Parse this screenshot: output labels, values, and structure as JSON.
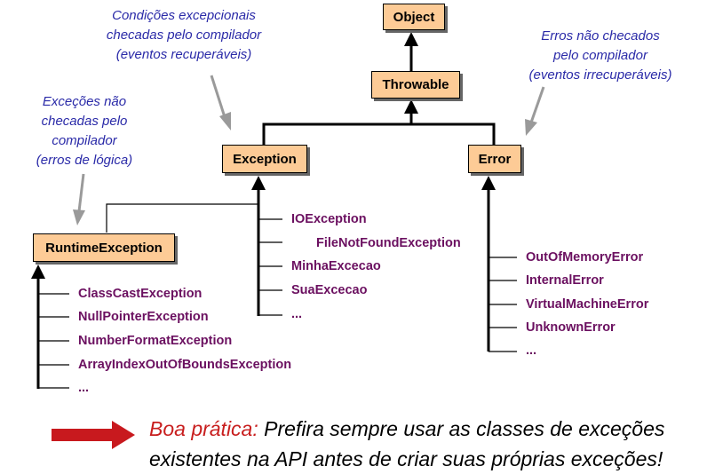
{
  "nodes": {
    "object": "Object",
    "throwable": "Throwable",
    "exception": "Exception",
    "error": "Error",
    "runtime": "RuntimeException"
  },
  "notes": {
    "checked": [
      "Condições excepcionais",
      "checadas pelo compilador",
      "(eventos recuperáveis)"
    ],
    "errors": [
      "Erros não checados",
      "pelo compilador",
      "(eventos irrecuperáveis)"
    ],
    "unchecked": [
      "Exceções não",
      "checadas pelo",
      "compilador",
      "(erros de lógica)"
    ]
  },
  "exception_subclasses": [
    "IOException",
    "FileNotFoundException",
    "MinhaExcecao",
    "SuaExcecao",
    "..."
  ],
  "runtime_subclasses": [
    "ClassCastException",
    "NullPointerException",
    "NumberFormatException",
    "ArrayIndexOutOfBoundsException",
    "..."
  ],
  "error_subclasses": [
    "OutOfMemoryError",
    "InternalError",
    "VirtualMachineError",
    "UnknownError",
    "..."
  ],
  "tip": {
    "label": "Boa prática:",
    "line1": "Prefira sempre usar as classes de exceções",
    "line2": "existentes na API antes de criar suas próprias exceções!"
  },
  "colors": {
    "box_fill": "#fdcb96",
    "note_text": "#2a2aa8",
    "subclass_text": "#6b1060",
    "tip_label": "#c81e1e",
    "arrow_red": "#c8191e",
    "pointer_gray": "#9a9a9a"
  }
}
